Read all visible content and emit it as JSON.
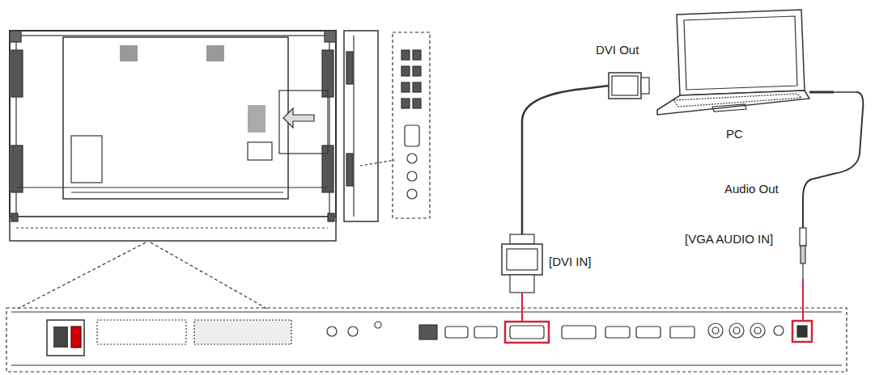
{
  "diagram": {
    "labels": [
      "DVI Out",
      "PC",
      "Audio Out",
      "[DVI IN]",
      "[VGA AUDIO IN]"
    ]
  }
}
